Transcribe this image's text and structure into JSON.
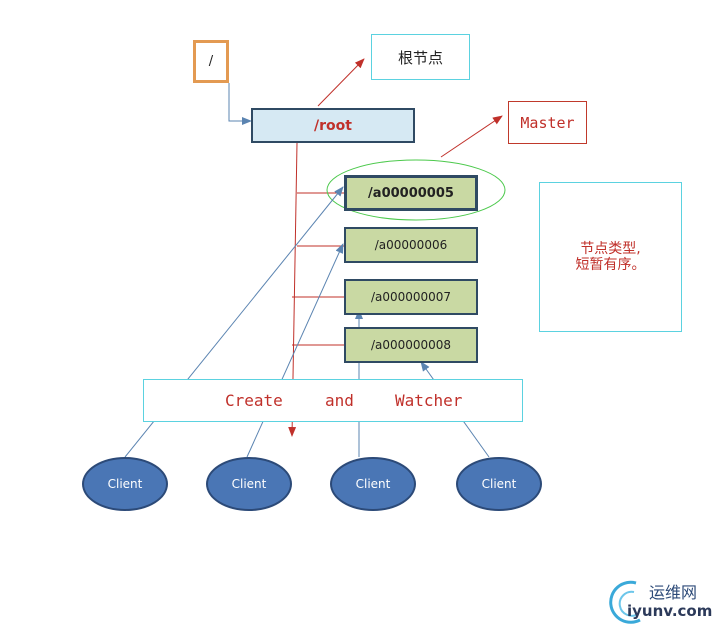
{
  "slash_box": {
    "label": "/"
  },
  "root_node": {
    "label": "/root"
  },
  "root_callout": {
    "label": "根节点"
  },
  "master_callout": {
    "label": "Master"
  },
  "type_note": {
    "line1": "节点类型,",
    "line2": "短暂有序。"
  },
  "znodes": [
    {
      "label": "/a00000005"
    },
    {
      "label": "/a00000006"
    },
    {
      "label": "/a000000007"
    },
    {
      "label": "/a000000008"
    }
  ],
  "banner": {
    "create": "Create",
    "and": "and",
    "watcher": "Watcher"
  },
  "clients": [
    {
      "label": "Client"
    },
    {
      "label": "Client"
    },
    {
      "label": "Client"
    },
    {
      "label": "Client"
    }
  ],
  "watermark": {
    "brand": "运维网",
    "url": "iyunv.com"
  },
  "colors": {
    "red": "#c0302a",
    "blue_line": "#5b84b1",
    "cyan_border": "#5bd2e0",
    "orange_border": "#e39a52",
    "node_green": "#c9d9a3",
    "root_blue": "#d6e9f3",
    "client_blue": "#4a76b5",
    "master_ellipse": "#4cc94c"
  }
}
